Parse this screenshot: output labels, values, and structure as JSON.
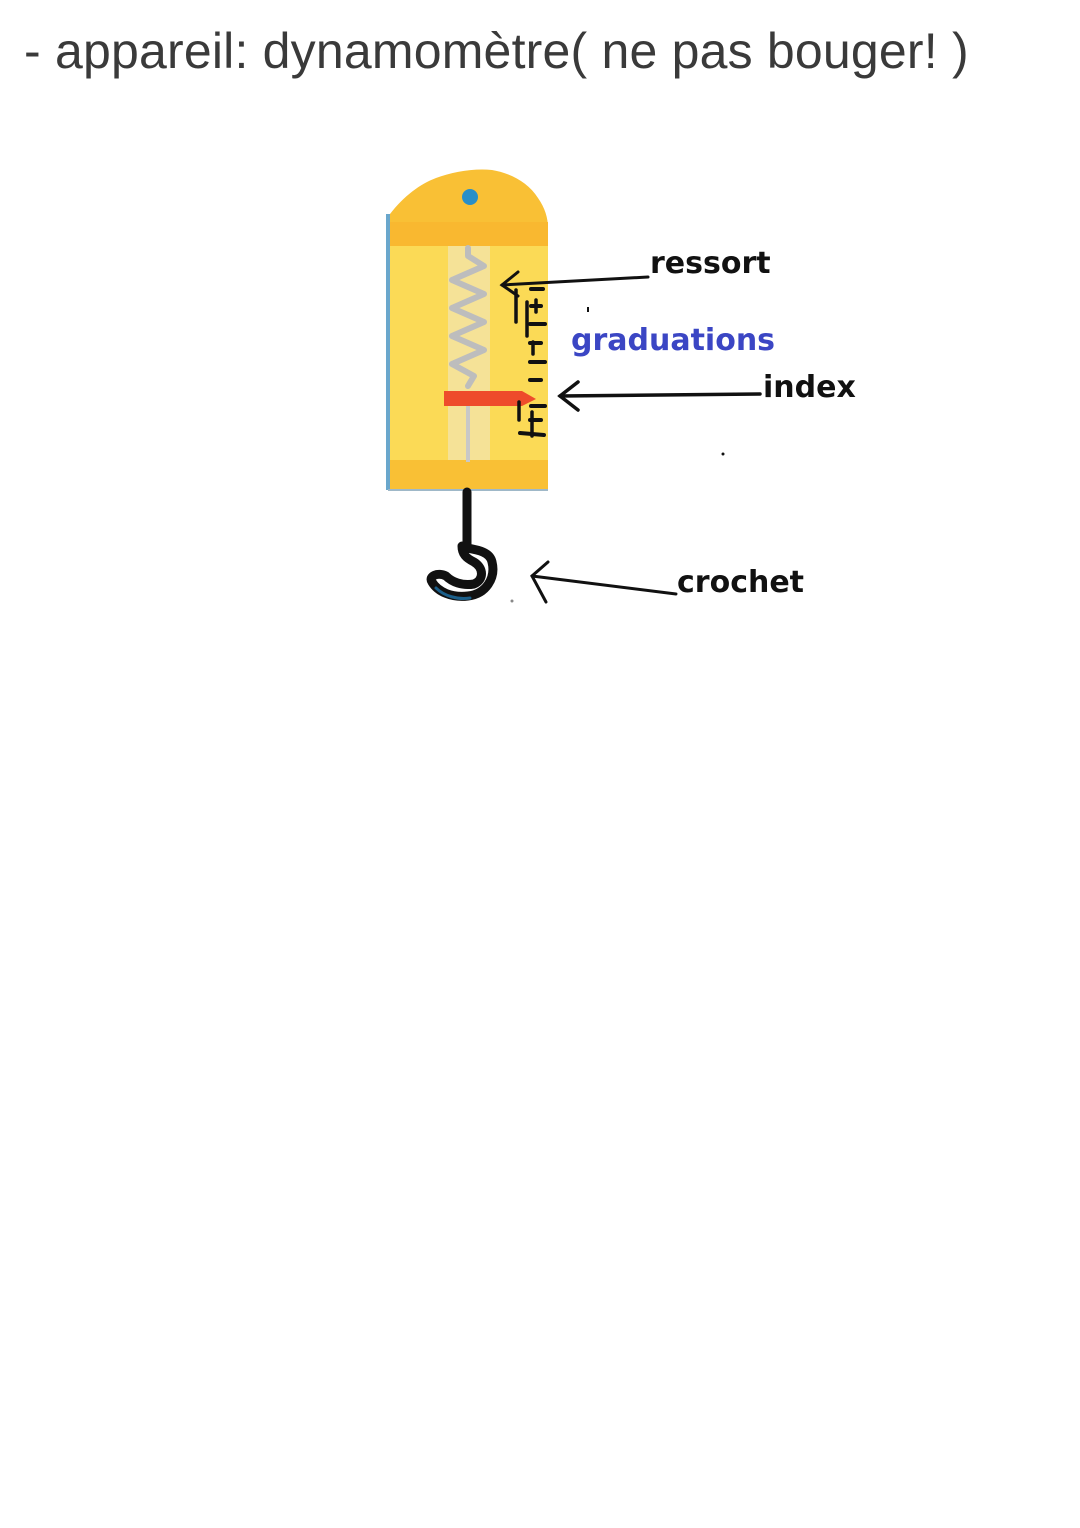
{
  "title": "- appareil: dynamomètre( ne pas bouger! )",
  "labels": {
    "ressort": "ressort",
    "graduations": "graduations",
    "index": "index",
    "crochet": "crochet"
  },
  "colors": {
    "body_yellow": "#FBDA56",
    "cap_orange": "#F9C035",
    "pin_blue": "#2A8FC7",
    "index_red": "#EE4B2B",
    "graduations_label": "#3B46C4"
  }
}
